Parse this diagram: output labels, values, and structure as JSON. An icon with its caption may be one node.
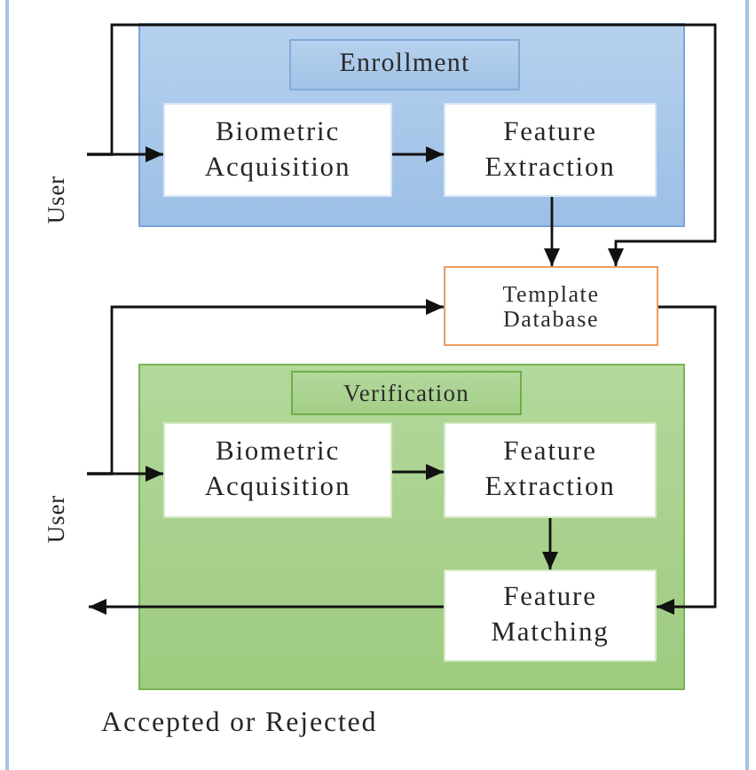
{
  "diagram": {
    "nodes": [
      {
        "text": [
          "User"
        ]
      },
      {
        "text": [],
        "shape": "box"
      },
      {
        "text": [
          "Enrollment"
        ],
        "in": 1
      },
      {
        "text": [
          "Biometric Acquisition"
        ],
        "in": 1
      },
      {
        "text": [
          "Feature Extraction"
        ],
        "in": 1
      },
      {
        "text": [
          "Template Database"
        ]
      },
      {
        "text": [
          "User"
        ]
      },
      {
        "text": [],
        "shape": "box"
      },
      {
        "text": [
          "Verification"
        ],
        "in": 7
      },
      {
        "text": [
          "Biometric Acquisition"
        ],
        "in": 7
      },
      {
        "text": [
          "Feature Extraction"
        ],
        "in": 7
      },
      {
        "text": [
          "Feature Matching"
        ],
        "in": 7
      }
    ],
    "edges": [
      {
        "from": 0,
        "to": 3,
        "arrow": "to"
      },
      {
        "from": 0,
        "to": 5,
        "arrow": "to"
      },
      {
        "from": 3,
        "to": 4,
        "arrow": "to"
      },
      {
        "from": 4,
        "to": 5,
        "arrow": "to"
      },
      {
        "from": 6,
        "to": 9,
        "arrow": "to"
      },
      {
        "from": 6,
        "to": 5,
        "arrow": "to"
      },
      {
        "from": 9,
        "to": 10,
        "arrow": "to"
      },
      {
        "from": 10,
        "to": 11,
        "arrow": "to"
      },
      {
        "from": 5,
        "to": 11,
        "arrow": "to"
      },
      {
        "from": 11,
        "to": null,
        "arrow": "to"
      }
    ],
    "labels": [
      "Accepted or Rejected"
    ]
  }
}
